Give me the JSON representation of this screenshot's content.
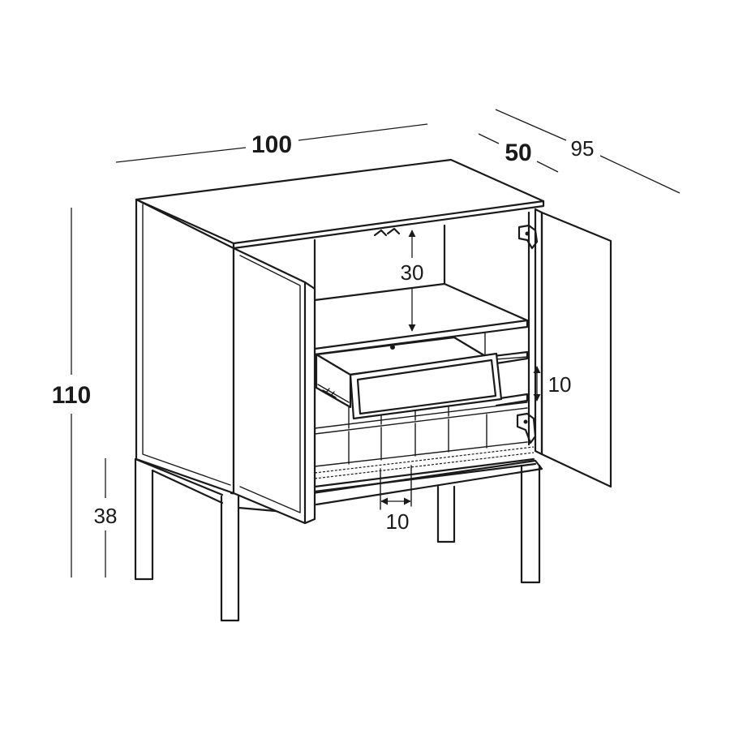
{
  "dimensions": {
    "width": "100",
    "depth": "50",
    "depth_open": "95",
    "height": "110",
    "leg_height": "38",
    "top_shelf_gap": "30",
    "shelf_gap": "10",
    "cell_width": "10"
  }
}
